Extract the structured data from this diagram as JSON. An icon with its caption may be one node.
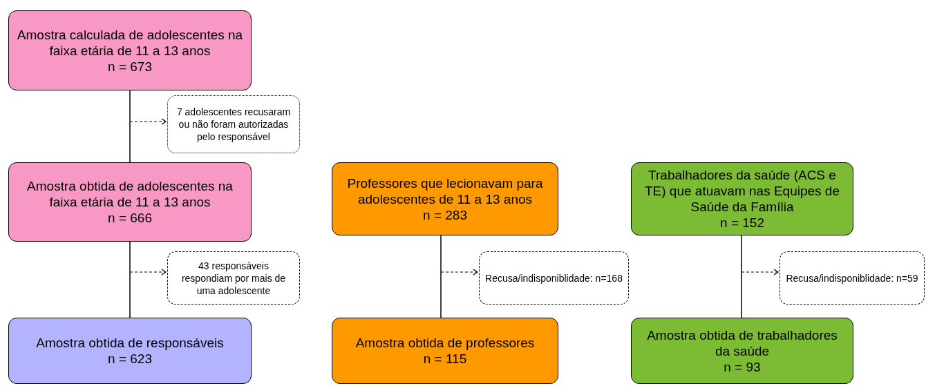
{
  "diagram": {
    "nodes": [
      {
        "text": [
          "Amostra calculada de adolescentes na faixa etária de 11 a 13 anos",
          "n = 673"
        ]
      },
      {
        "text": [
          "7 adolescentes recusaram ou não foram autorizadas pelo responsável"
        ]
      },
      {
        "text": [
          "Amostra obtida de adolescentes na faixa etária de 11 a 13 anos",
          "n = 666"
        ]
      },
      {
        "text": [
          "43 responsáveis respondiam por mais de uma adolescente"
        ]
      },
      {
        "text": [
          "Amostra obtida de responsáveis",
          "n = 623"
        ]
      },
      {
        "text": [
          "Professores que lecionavam para adolescentes de 11 a 13 anos",
          "n = 283"
        ]
      },
      {
        "text": [
          "Recusa/indisponiblidade: n=168"
        ]
      },
      {
        "text": [
          "Amostra obtida de professores",
          "n = 115"
        ]
      },
      {
        "text": [
          "Trabalhadores da saúde (ACS e TE) que atuavam nas Equipes de Saúde da Família",
          "n = 152"
        ]
      },
      {
        "text": [
          "Recusa/indisponiblidade: n=59"
        ]
      },
      {
        "text": [
          "Amostra obtida de trabalhadores da saúde",
          "n = 93"
        ]
      }
    ],
    "edges": [
      {
        "from": 0,
        "to": 2,
        "arrow": "none"
      },
      {
        "from": null,
        "to": 1,
        "arrow": "to",
        "style": "dashed"
      },
      {
        "from": 2,
        "to": 4,
        "arrow": "none"
      },
      {
        "from": null,
        "to": 3,
        "arrow": "to",
        "style": "dashed"
      },
      {
        "from": 5,
        "to": 7,
        "arrow": "none"
      },
      {
        "from": null,
        "to": 6,
        "arrow": "to",
        "style": "dashed"
      },
      {
        "from": 8,
        "to": 10,
        "arrow": "none"
      },
      {
        "from": null,
        "to": 9,
        "arrow": "to",
        "style": "dashed"
      }
    ]
  }
}
